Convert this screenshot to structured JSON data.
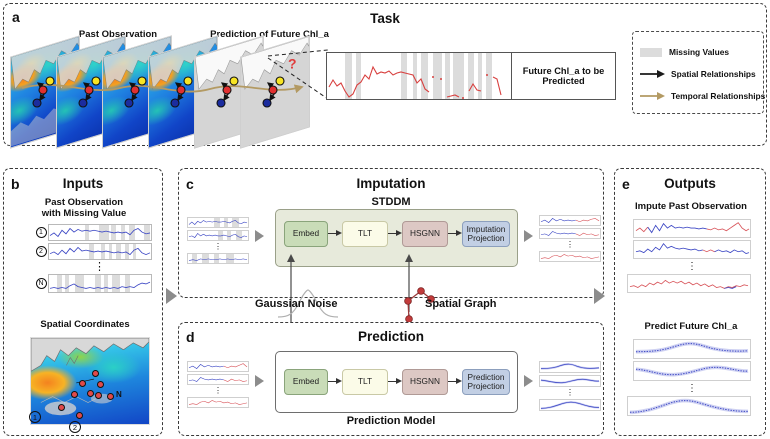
{
  "figure": {
    "panels": [
      {
        "letter": "a",
        "title": "Task"
      },
      {
        "letter": "b",
        "title": "Inputs"
      },
      {
        "letter": "c",
        "title": "Imputation"
      },
      {
        "letter": "d",
        "title": "Prediction"
      },
      {
        "letter": "e",
        "title": "Outputs"
      }
    ]
  },
  "panel_a": {
    "letter": "a",
    "title": "Task",
    "past_label": "Past Observation",
    "prediction_label": "Prediction of Future Chl_a",
    "inset_label": "Future Chl_a to be Predicted",
    "question_mark": "?",
    "legend": {
      "items": [
        {
          "icon": "missing-values-swatch",
          "label": "Missing Values",
          "color": "#dcdcdc"
        },
        {
          "icon": "black-arrow",
          "label": "Spatial Relationships",
          "color": "#1a1a1a"
        },
        {
          "icon": "tan-arrow",
          "label": "Temporal Relationships",
          "color": "#b39a63"
        }
      ]
    },
    "node_colors": {
      "yellow": "#f7e424",
      "red": "#e03030",
      "blue": "#1b2c9e"
    }
  },
  "panel_b": {
    "letter": "b",
    "title": "Inputs",
    "observation_label": "Past Observation\nwith Missing Value",
    "observation_label_line1": "Past Observation",
    "observation_label_line2": "with Missing Value",
    "series_indices": [
      "1",
      "2",
      "N"
    ],
    "vertical_dots": "⋮",
    "coordinates_label": "Spatial Coordinates",
    "map_node_labels": [
      "1",
      "2",
      "N"
    ],
    "station_color": "#e04a4a"
  },
  "panel_c": {
    "letter": "c",
    "title": "Imputation",
    "model_name": "STDDM",
    "modules": [
      {
        "name": "Embed",
        "color": "#c9dcb8"
      },
      {
        "name": "TLT",
        "color": "#fbfbe8"
      },
      {
        "name": "HSGNN",
        "color": "#ddc8c4"
      },
      {
        "name": "Imputation Projection",
        "line1": "Imputation",
        "line2": "Projection",
        "color": "#c2cfe4"
      }
    ],
    "gaussian_noise_label": "Gaussian Noise",
    "spatial_graph_label": "Spatial Graph"
  },
  "panel_d": {
    "letter": "d",
    "title": "Prediction",
    "model_label": "Prediction Model",
    "modules": [
      {
        "name": "Embed",
        "color": "#c9dcb8"
      },
      {
        "name": "TLT",
        "color": "#fbfbe8"
      },
      {
        "name": "HSGNN",
        "color": "#ddc8c4"
      },
      {
        "name": "Prediction Projection",
        "line1": "Prediction",
        "line2": "Projection",
        "color": "#c2cfe4"
      }
    ]
  },
  "panel_e": {
    "letter": "e",
    "title": "Outputs",
    "impute_label": "Impute Past Observation",
    "predict_label": "Predict Future Chl_a",
    "vertical_dots": "⋮"
  },
  "colors": {
    "missing": "#dcdcdc",
    "series_blue": "#3b46c4",
    "series_red": "#d84a4a",
    "panel_border": "#3a3a3a",
    "arrow_grey": "#8c8c8c",
    "temporal_tan": "#b39a63"
  }
}
